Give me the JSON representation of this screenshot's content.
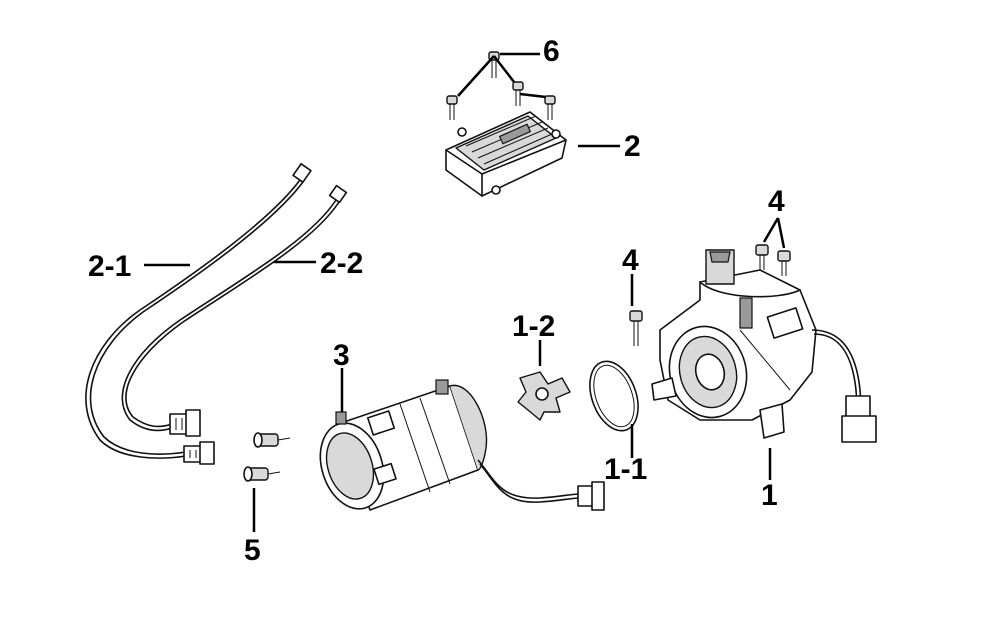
{
  "labels": {
    "ecu": "2",
    "ecu_bolts": "6",
    "harness_a": "2-1",
    "harness_b": "2-2",
    "motor": "3",
    "coupler": "1-2",
    "o_ring": "1-1",
    "gear_unit": "1",
    "bolt_single": "4",
    "bolt_pair": "4",
    "grommets": "5"
  },
  "colors": {
    "line": "#000000",
    "part_fill": "#ffffff",
    "shade": "#d9d9d9"
  }
}
